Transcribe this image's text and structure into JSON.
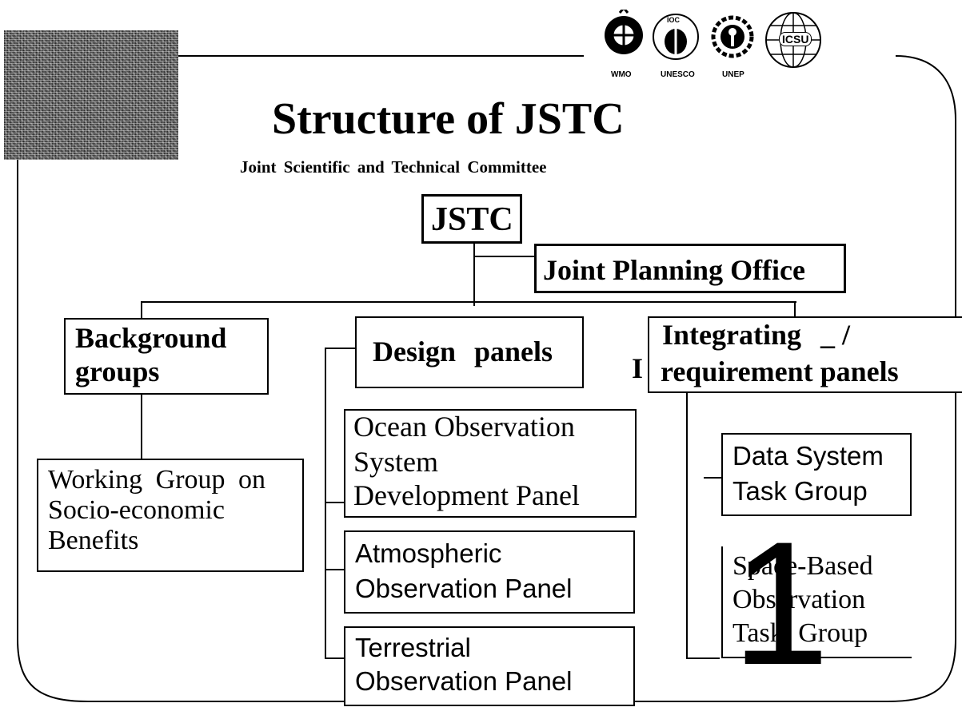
{
  "header": {
    "title": "Structure of JSTC",
    "subtitle": "Joint Scientific and Technical Committee"
  },
  "logos": {
    "wmo": "WMO",
    "ioc": "IOC",
    "unesco": "UNESCO",
    "unep": "UNEP",
    "icsu": "ICSU"
  },
  "nodes": {
    "jstc": "JSTC",
    "jpo": "Joint Planning Office",
    "background": [
      "Background",
      "groups"
    ],
    "design": "Design panels",
    "integrating": [
      "Integrating",
      "requirement panels"
    ],
    "integrating_marks": [
      "_ /",
      "I"
    ],
    "wg": [
      "Working Group on",
      "Socio-economic",
      "Benefits"
    ],
    "ocean": [
      "Ocean Observation",
      "System",
      "Development Panel"
    ],
    "atmos": [
      "Atmospheric",
      "Observation Panel"
    ],
    "terrestrial": [
      "Terrestrial",
      "Observation Panel"
    ],
    "dstg": [
      "Data System",
      "Task Group"
    ],
    "sbotg": [
      "Space-Based",
      "Observation",
      "Task Group"
    ]
  },
  "page_number": "1"
}
